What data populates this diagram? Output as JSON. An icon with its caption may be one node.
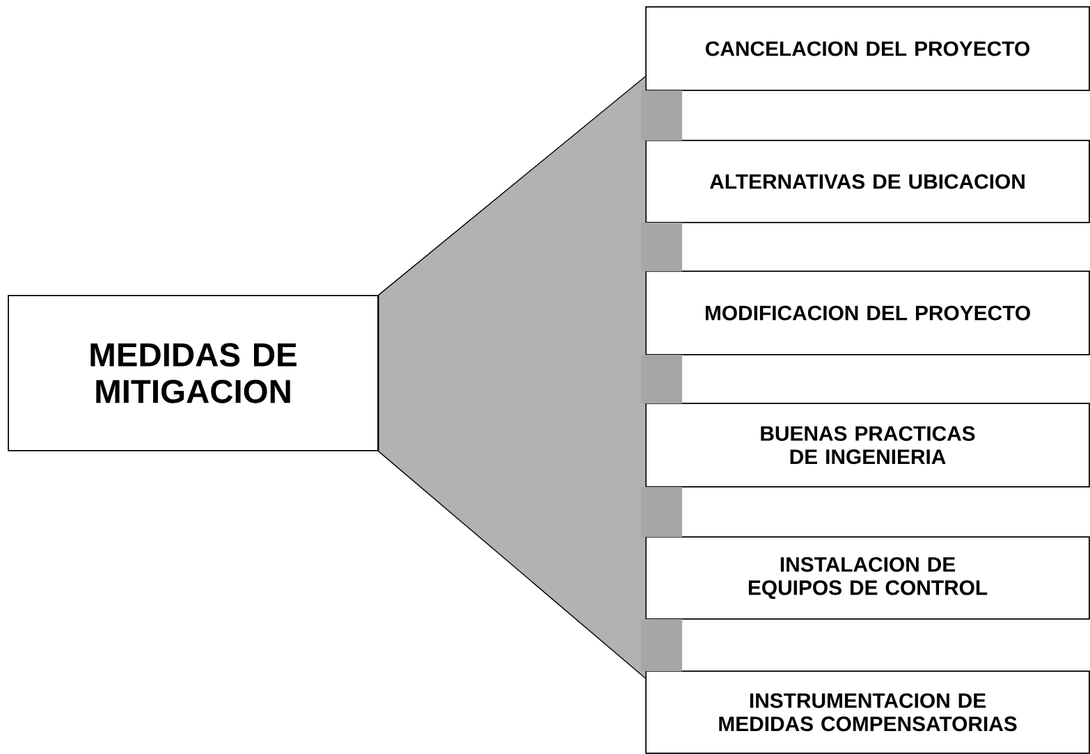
{
  "diagram": {
    "nodes": [
      {
        "text": [
          "MEDIDAS DE MITIGACION"
        ]
      },
      {
        "text": [
          "CANCELACION DEL PROYECTO"
        ]
      },
      {
        "text": [
          "ALTERNATIVAS DE UBICACION"
        ]
      },
      {
        "text": [
          "MODIFICACION DEL PROYECTO"
        ]
      },
      {
        "text": [
          "BUENAS PRACTICAS DE INGENIERIA"
        ]
      },
      {
        "text": [
          "INSTALACION DE EQUIPOS DE CONTROL"
        ]
      },
      {
        "text": [
          "INSTRUMENTACION DE MEDIDAS COMPENSATORIAS"
        ]
      }
    ],
    "edges": [
      {
        "from": 0,
        "to": 1,
        "arrow": "none"
      },
      {
        "from": 0,
        "to": 2,
        "arrow": "none"
      },
      {
        "from": 0,
        "to": 3,
        "arrow": "none"
      },
      {
        "from": 0,
        "to": 4,
        "arrow": "none"
      },
      {
        "from": 0,
        "to": 5,
        "arrow": "none"
      },
      {
        "from": 0,
        "to": 6,
        "arrow": "none"
      }
    ]
  }
}
